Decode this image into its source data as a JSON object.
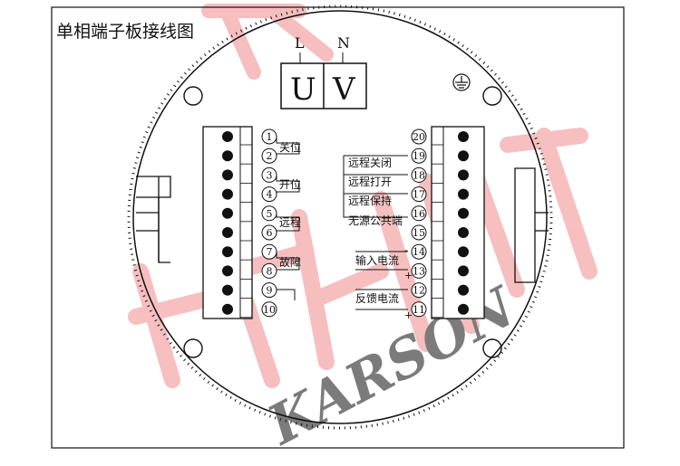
{
  "diagram": {
    "title": "单相端子板接线图",
    "supply": {
      "L": "L",
      "N": "N",
      "U": "U",
      "V": "V"
    },
    "left_terminals": [
      "1",
      "2",
      "3",
      "4",
      "5",
      "6",
      "7",
      "8",
      "9",
      "10"
    ],
    "right_terminals": [
      "20",
      "19",
      "18",
      "17",
      "16",
      "15",
      "14",
      "13",
      "12",
      "11"
    ],
    "left_labels": {
      "close_pos": "关位",
      "open_pos": "开位",
      "remote": "远程",
      "fault": "故障"
    },
    "right_labels": {
      "remote_close": "远程关闭",
      "remote_open": "远程打开",
      "remote_hold": "远程保持",
      "passive_common": "无源公共端",
      "input_current": "输入电流",
      "feedback_current": "反馈电流",
      "minus": "-",
      "plus": "+"
    },
    "watermark": {
      "text": "KARSON",
      "color": "#f3a3a3"
    },
    "colors": {
      "line": "#111111",
      "background": "#ffffff"
    }
  }
}
